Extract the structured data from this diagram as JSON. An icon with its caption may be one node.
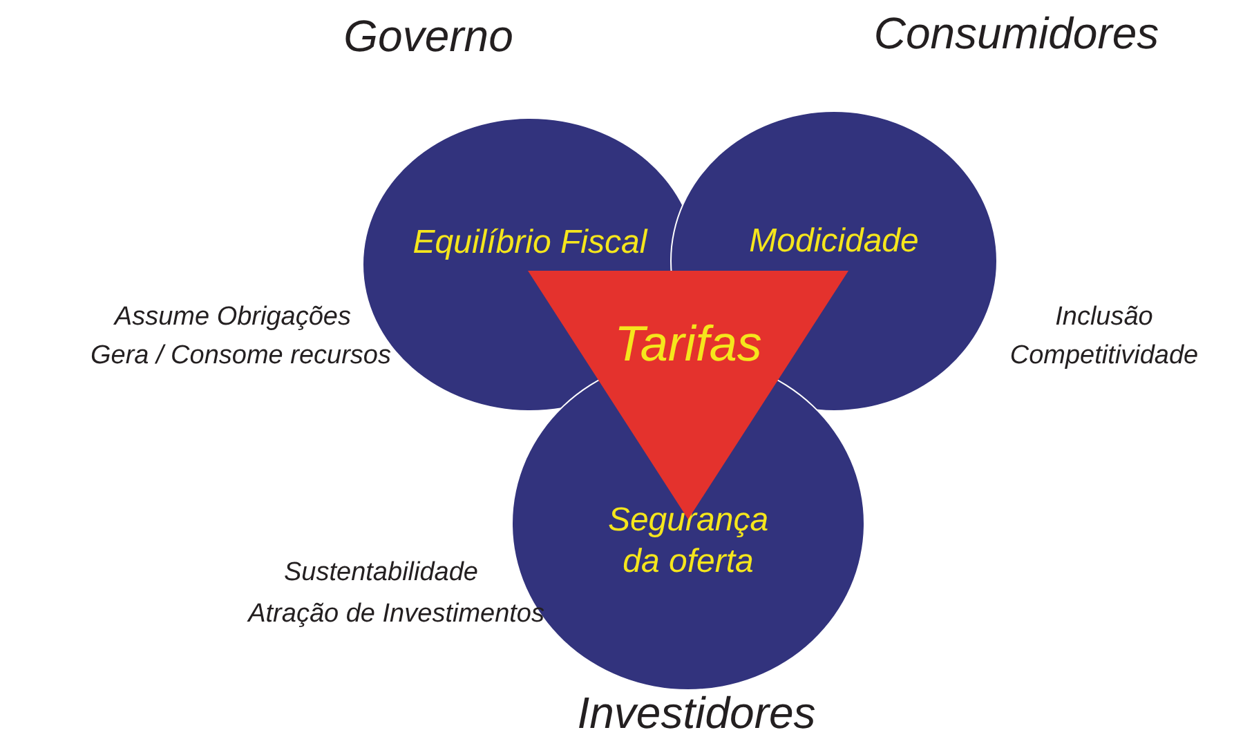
{
  "diagram": {
    "nodes": [
      {
        "text": [
          "Equilíbrio Fiscal"
        ],
        "beside": [
          "Governo",
          "Assume Obrigações",
          "Gera / Consome recursos"
        ]
      },
      {
        "text": [
          "Modicidade"
        ],
        "beside": [
          "Consumidores",
          "Inclusão",
          "Competitividade"
        ]
      },
      {
        "text": [
          "Segurança da oferta"
        ],
        "beside": [
          "Investidores",
          "Sustentabilidade",
          "Atração de Investimentos"
        ]
      },
      {
        "text": [
          "Tarifas"
        ]
      }
    ]
  }
}
